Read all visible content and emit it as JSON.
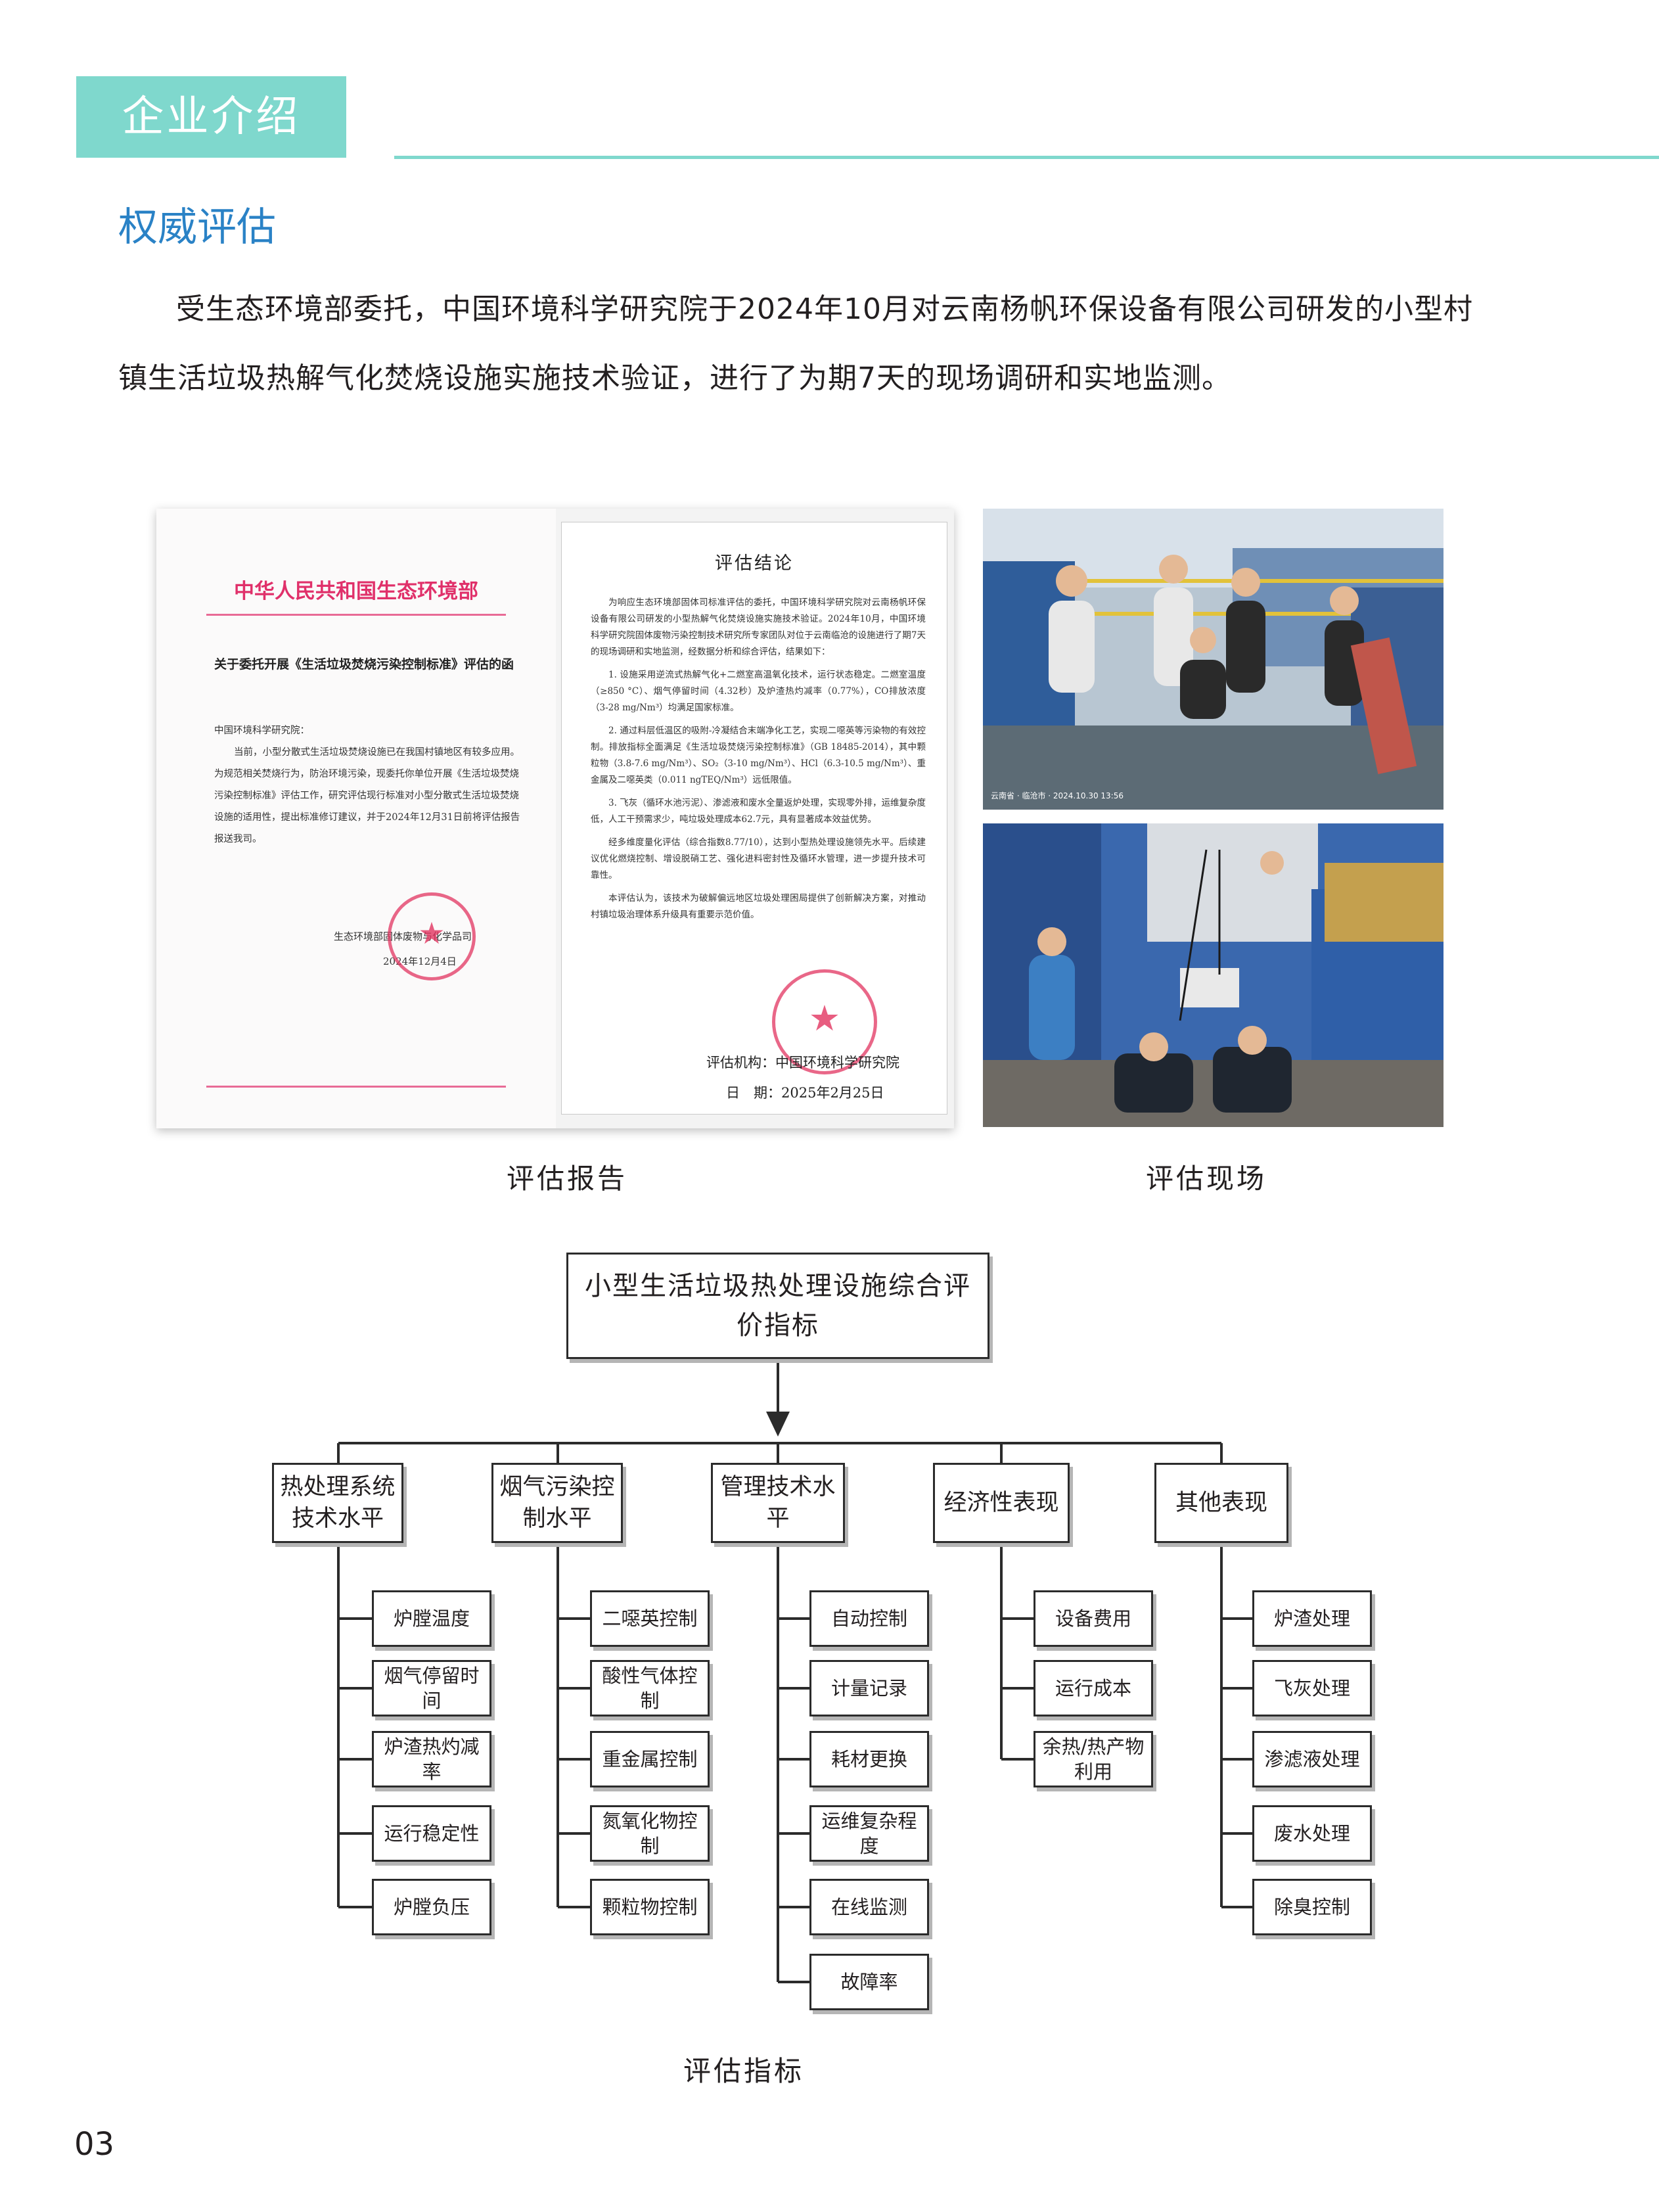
{
  "header": {
    "tab_label": "企业介绍",
    "accent_color": "#7fd8cd"
  },
  "section": {
    "title": "权威评估",
    "title_color": "#2a82c6"
  },
  "intro_text": "受生态环境部委托，中国环境科学研究院于2024年10月对云南杨帆环保设备有限公司研发的小型村镇生活垃圾热解气化焚烧设施实施技术验证，进行了为期7天的现场调研和实地监测。",
  "report": {
    "letter": {
      "ministry": "中华人民共和国生态环境部",
      "subject": "关于委托开展《生活垃圾焚烧污染控制标准》评估的函",
      "salutation": "中国环境科学研究院：",
      "body": "当前，小型分散式生活垃圾焚烧设施已在我国村镇地区有较多应用。为规范相关焚烧行为，防治环境污染，现委托你单位开展《生活垃圾焚烧污染控制标准》评估工作，研究评估现行标准对小型分散式生活垃圾焚烧设施的适用性，提出标准修订建议，并于2024年12月31日前将评估报告报送我司。",
      "signature": "生态环境部固体废物与化学品司",
      "date": "2024年12月4日"
    },
    "conclusion": {
      "title": "评估结论",
      "paragraphs": [
        "为响应生态环境部固体司标准评估的委托，中国环境科学研究院对云南杨帆环保设备有限公司研发的小型热解气化焚烧设施实施技术验证。2024年10月，中国环境科学研究院固体废物污染控制技术研究所专家团队对位于云南临沧的设施进行了期7天的现场调研和实地监测，经数据分析和综合评估，结果如下：",
        "1. 设施采用逆流式热解气化+二燃室高温氧化技术，运行状态稳定。二燃室温度（≥850 °C）、烟气停留时间（4.32秒）及炉渣热灼减率（0.77%），CO排放浓度（3-28 mg/Nm³）均满足国家标准。",
        "2. 通过料层低温区的吸附-冷凝结合末端净化工艺，实现二噁英等污染物的有效控制。排放指标全面满足《生活垃圾焚烧污染控制标准》（GB 18485-2014），其中颗粒物（3.8-7.6 mg/Nm³）、SO₂（3-10 mg/Nm³）、HCl（6.3-10.5 mg/Nm³）、重金属及二噁英类（0.011 ngTEQ/Nm³）远低限值。",
        "3. 飞灰（循环水池污泥）、渗滤液和废水全量返炉处理，实现零外排，运维复杂度低，人工干预需求少，吨垃圾处理成本62.7元，具有显著成本效益优势。",
        "经多维度量化评估（综合指数8.77/10），达到小型热处理设施领先水平。后续建议优化燃烧控制、增设脱硝工艺、强化进料密封性及循环水管理，进一步提升技术可靠性。",
        "本评估认为，该技术为破解偏远地区垃圾处理困局提供了创新解决方案，对推动村镇垃圾治理体系升级具有重要示范价值。"
      ],
      "org": "评估机构：中国环境科学研究院",
      "date": "日　期：2025年2月25日"
    }
  },
  "photo_stamp": "云南省 · 临沧市 · 2024.10.30 13:56",
  "captions": {
    "report": "评估报告",
    "site": "评估现场",
    "indicators": "评估指标"
  },
  "diagram": {
    "root": "小型生活垃圾热处理设施综合评价指标",
    "categories": [
      {
        "label": "热处理系统技术水平",
        "items": [
          "炉膛温度",
          "烟气停留时间",
          "炉渣热灼减率",
          "运行稳定性",
          "炉膛负压"
        ]
      },
      {
        "label": "烟气污染控制水平",
        "items": [
          "二噁英控制",
          "酸性气体控制",
          "重金属控制",
          "氮氧化物控制",
          "颗粒物控制"
        ]
      },
      {
        "label": "管理技术水平",
        "items": [
          "自动控制",
          "计量记录",
          "耗材更换",
          "运维复杂程度",
          "在线监测",
          "故障率"
        ]
      },
      {
        "label": "经济性表现",
        "items": [
          "设备费用",
          "运行成本",
          "余热/热产物利用"
        ]
      },
      {
        "label": "其他表现",
        "items": [
          "炉渣处理",
          "飞灰处理",
          "渗滤液处理",
          "废水处理",
          "除臭控制"
        ]
      }
    ]
  },
  "page_number": "03"
}
